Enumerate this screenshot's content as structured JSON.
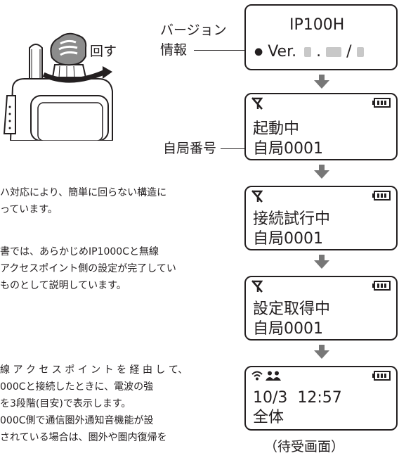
{
  "callout": {
    "turn": "回す",
    "version_line1": "バージョン",
    "version_line2": "情報",
    "station_number": "自局番号"
  },
  "paragraph1": [
    "ハ対応により、簡単に回らない構造に",
    "っています。"
  ],
  "paragraph2": [
    "書では、あらかじめIP1000Cと無線",
    "アクセスポイント側の設定が完了してい",
    "ものとして説明しています。"
  ],
  "paragraph3": [
    "線 ア ク セ ス ポ イ ン ト を 経 由 し て、",
    "000Cと接続したときに、電波の強",
    "を3段階(目安)で表示します。",
    "000C側で通信圏外通知音機能が設",
    "されている場合は、圏外や圏内復帰を"
  ],
  "screens": {
    "version": {
      "model": "IP100H",
      "ver_prefix": "Ver.",
      "ver_mid": ".",
      "ver_sep": "/"
    },
    "startup": {
      "line1": "起動中",
      "line2": "自局0001"
    },
    "connecting": {
      "line1": "接続試行中",
      "line2": "自局0001"
    },
    "settings": {
      "line1": "設定取得中",
      "line2": "自局0001"
    },
    "standby": {
      "datetime": "10/3  12:57",
      "group": "全体"
    }
  },
  "caption": "（待受画面）",
  "icons": [
    "hand-turning-icon",
    "no-signal-icon",
    "battery-icon",
    "wifi-signal-icon",
    "group-talk-icon",
    "down-arrow-icon"
  ]
}
